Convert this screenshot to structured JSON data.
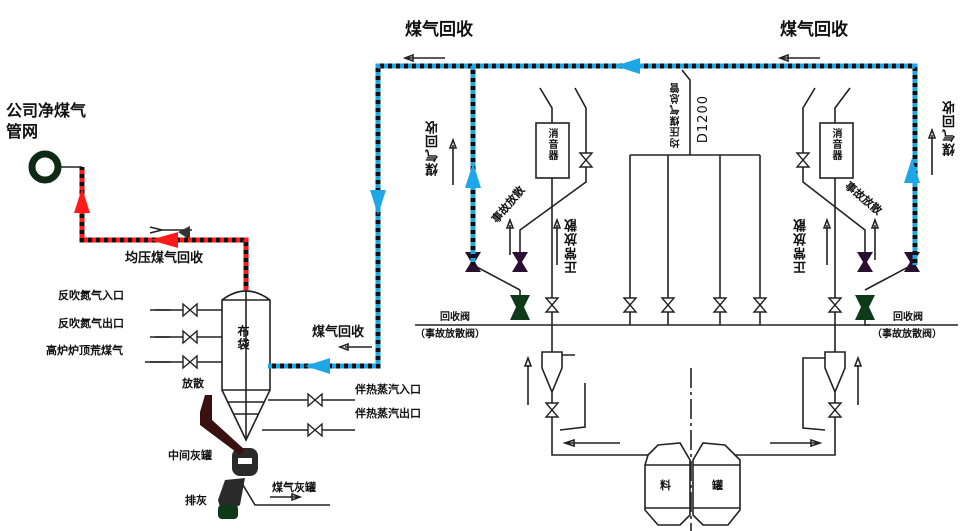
{
  "title_labels": {
    "gas_recovery_top_left": "煤气回收",
    "gas_recovery_top_right": "煤气回收",
    "company_net": "公司净煤气管网",
    "equalizing_recovery": "均压煤气回收",
    "gas_recovery_mid": "煤气回收",
    "gas_recovery_left_branch": "煤气回收",
    "gas_recovery_right_branch": "煤气回收"
  },
  "inlets": {
    "n2_in": "反吹氮气入口",
    "n2_out": "反吹氮气出口",
    "raw_gas": "高炉炉顶荒煤气",
    "steam_in": "伴热蒸汽入口",
    "steam_out": "伴热蒸汽出口"
  },
  "tank": {
    "label": "布袋",
    "vent": "放散",
    "mid_ash": "中间灰罐",
    "discharge": "排灰",
    "gas_ash": "煤气灰罐"
  },
  "left_assembly": {
    "silencer": "消音器",
    "emergency": "事故放散",
    "normal": "正常放散",
    "valve_line1": "回收阀",
    "valve_line2": "（事故放散阀）"
  },
  "right_assembly": {
    "silencer": "消音器",
    "emergency": "事故放散",
    "normal": "正常放散",
    "valve_line1": "回收阀",
    "valve_line2": "（事故放散阀）"
  },
  "header": {
    "name": "均压煤气总管",
    "size": "D1200"
  },
  "hopper": {
    "left": "料",
    "right": "罐"
  },
  "colors": {
    "recovery_line": "#1ea7e6",
    "equalizing_line": "#ff1a1a",
    "pipe": "#222222",
    "valve_dark": "#2a1030",
    "valve_green": "#0e3a1a"
  }
}
